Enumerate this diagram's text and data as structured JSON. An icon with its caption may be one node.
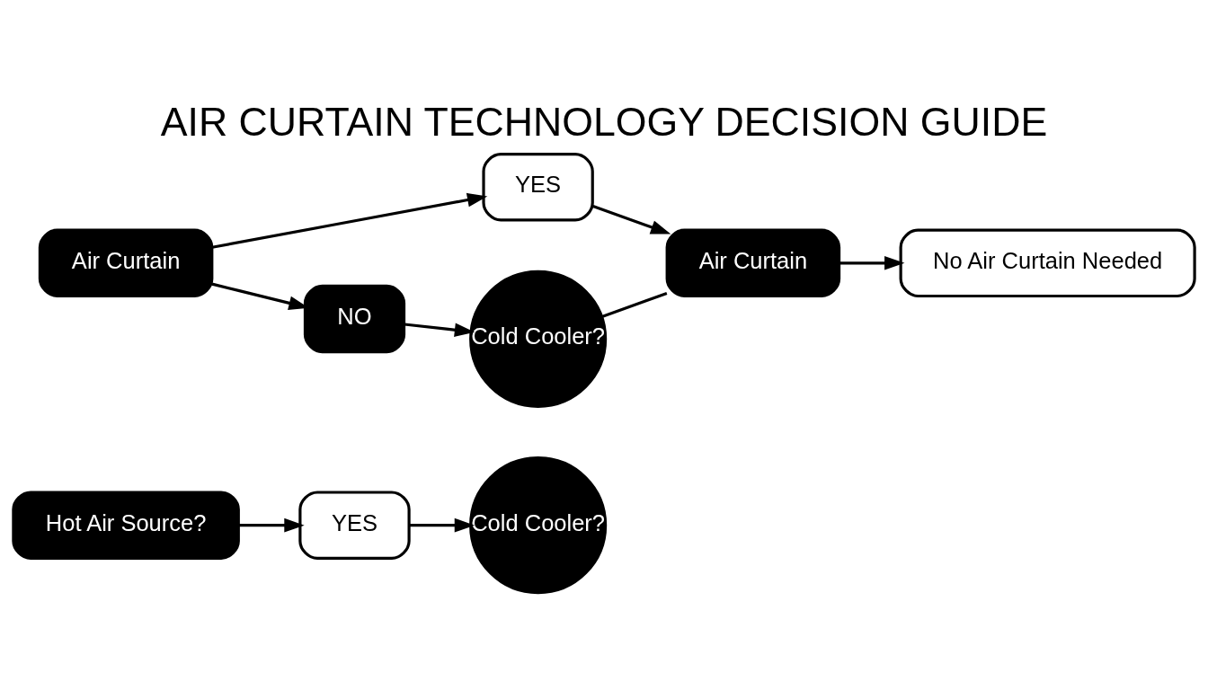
{
  "diagram": {
    "title": "AIR CURTAIN TECHNOLOGY DECISION GUIDE",
    "nodes": [
      {
        "text": [
          "Hot Air Source?"
        ]
      },
      {
        "text": [
          "YES"
        ]
      },
      {
        "text": [
          "Cold Cooler?"
        ]
      },
      {
        "text": [
          "Air Curtain"
        ]
      },
      {
        "text": [
          "YES"
        ]
      },
      {
        "text": [
          "NO"
        ]
      },
      {
        "text": [
          "Cold Cooler?"
        ]
      },
      {
        "text": [
          "Air Curtain"
        ]
      },
      {
        "text": [
          "No Air Curtain Needed"
        ]
      }
    ],
    "edges": [
      {
        "from": 0,
        "to": 1,
        "arrow": "to"
      },
      {
        "from": 1,
        "to": 2,
        "arrow": "to"
      },
      {
        "from": 3,
        "to": 4,
        "arrow": "to"
      },
      {
        "from": 3,
        "to": 5,
        "arrow": "to"
      },
      {
        "from": 4,
        "to": 7,
        "arrow": "to"
      },
      {
        "from": 5,
        "to": 6,
        "arrow": "to"
      },
      {
        "from": 6,
        "to": 7,
        "arrow": "none"
      },
      {
        "from": 7,
        "to": 8,
        "arrow": "to"
      }
    ]
  }
}
